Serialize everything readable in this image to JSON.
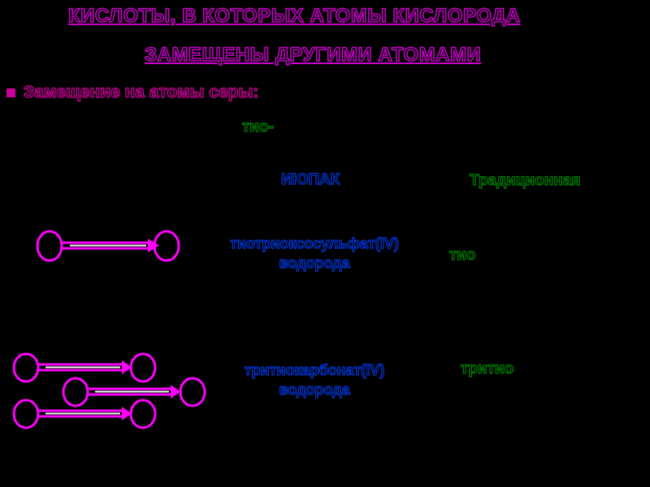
{
  "title": {
    "line1": "КИСЛОТЫ, В КОТОРЫХ АТОМЫ КИСЛОРОДА",
    "line2": "ЗАМЕЩЕНЫ ДРУГИМИ АТОМАМИ"
  },
  "bullet": {
    "text": "Замещение на атомы серы:"
  },
  "prefix": "тио-",
  "headers": {
    "iupac": "ИЮПАК",
    "traditional": "Традиционная"
  },
  "rows": [
    {
      "iupac_line1": "тиотриоксосульфат(IV)",
      "iupac_line2": "водорода",
      "traditional": "тио"
    },
    {
      "iupac_line1": "тритиокарбонат(IV)",
      "iupac_line2": "водорода",
      "traditional": "тритио"
    }
  ],
  "colors": {
    "title_accent": "#cc00cc",
    "bullet": "#cc0099",
    "green": "#007a00",
    "blue": "#0033cc",
    "structure": "#ff00ff"
  }
}
